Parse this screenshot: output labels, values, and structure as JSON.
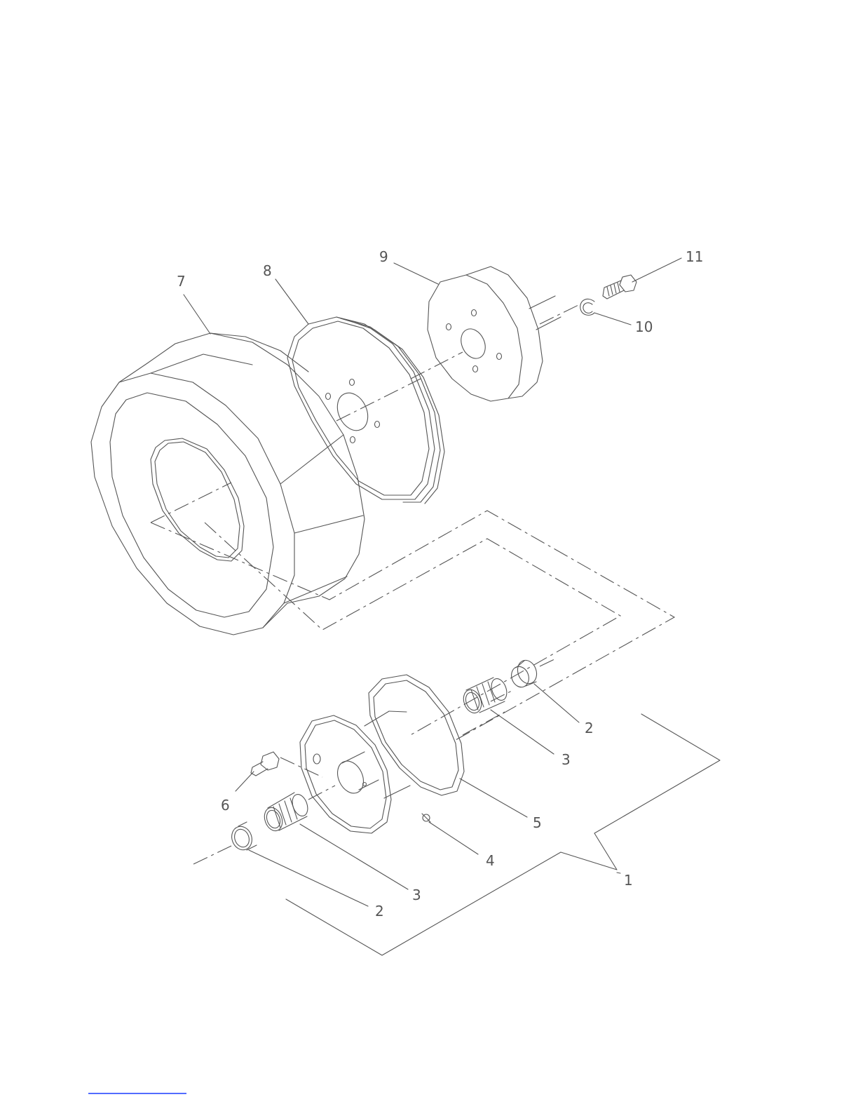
{
  "callouts": {
    "c1": "1",
    "c2a": "2",
    "c2b": "2",
    "c3a": "3",
    "c3b": "3",
    "c4": "4",
    "c5": "5",
    "c6": "6",
    "c7": "7",
    "c8": "8",
    "c9": "9",
    "c10": "10",
    "c11": "11"
  },
  "colors": {
    "linework": "#555555",
    "footer_link": "#1a3cff"
  }
}
